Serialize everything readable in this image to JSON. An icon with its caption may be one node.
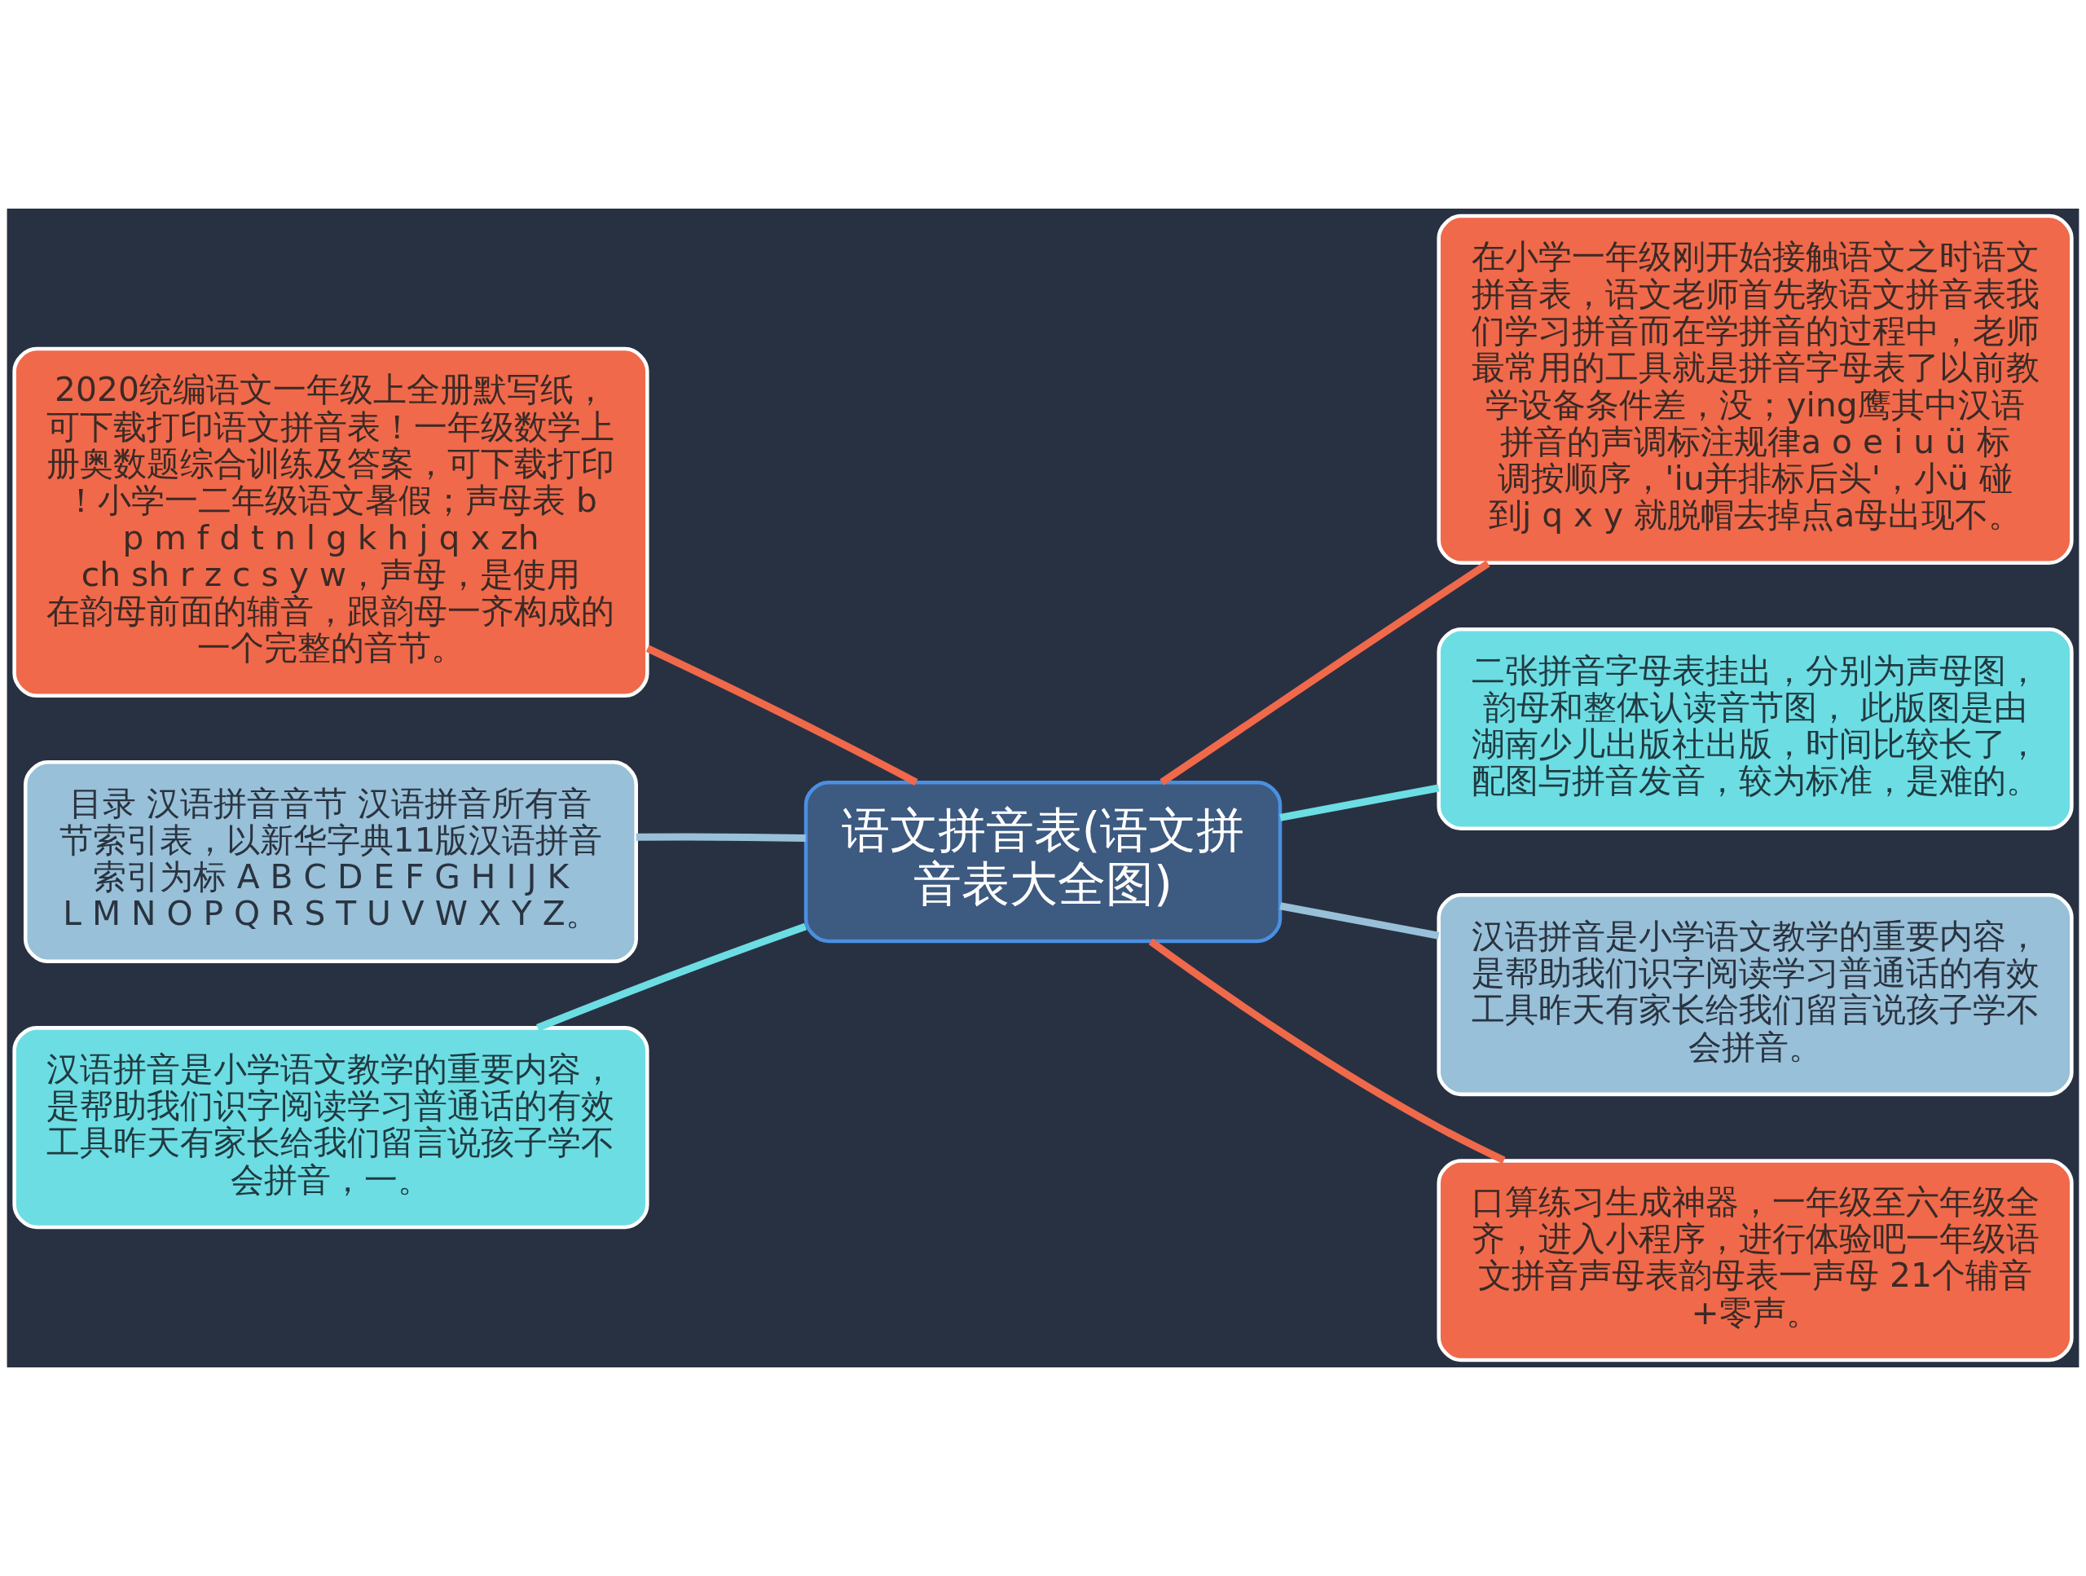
{
  "diagram": {
    "nodes": [
      {
        "text": [
          "语文拼音表(语文拼音表大全图)"
        ]
      },
      {
        "text": [
          "2020统编语文一年级上全册默写纸，可下载打印语文拼音表！一年级数学上册奥数题综合训练及答案，可下载打印！小学一二年级语文暑假；声母表 b p m f d t n l g k h j q x zh ch sh r z c s y w，声母，是使用在韵母前面的辅音，跟韵母一齐构成的一个完整的音节。"
        ]
      },
      {
        "text": [
          "目录 汉语拼音音节 汉语拼音所有音节索引表，以新华字典11版汉语拼音索引为标 A B C D E F G H I J K L M N O P Q R S T U V W X Y Z。"
        ]
      },
      {
        "text": [
          "汉语拼音是小学语文教学的重要内容，是帮助我们识字阅读学习普通话的有效工具昨天有家长给我们留言说孩子学不会拼音，一。"
        ]
      },
      {
        "text": [
          "在小学一年级刚开始接触语文之时语文拼音表，语文老师首先教语文拼音表我们学习拼音而在学拼音的过程中，老师最常用的工具就是拼音字母表了以前教学设备条件差，没；ying鹰其中汉语拼音的声调标注规律a o e i u ü 标调按顺序，'iu并排标后头'，小ü 碰到j q x y 就脱帽去掉点a母出现不。"
        ]
      },
      {
        "text": [
          "二张拼音字母表挂出，分别为声母图，韵母和整体认读音节图， 此版图是由湖南少儿出版社出版，时间比较长了，配图与拼音发音，较为标准，是难的。"
        ]
      },
      {
        "text": [
          "汉语拼音是小学语文教学的重要内容，是帮助我们识字阅读学习普通话的有效工具昨天有家长给我们留言说孩子学不会拼音。"
        ]
      },
      {
        "text": [
          "口算练习生成神器，一年级至六年级全齐，进入小程序，进行体验吧一年级语文拼音声母表韵母表一声母 21个辅音+零声。"
        ]
      }
    ],
    "edges": [
      {
        "from": 0,
        "to": 1,
        "arrow": "none"
      },
      {
        "from": 0,
        "to": 2,
        "arrow": "none",
        "color": "#98c0d8"
      },
      {
        "from": 0,
        "to": 3,
        "arrow": "none",
        "color": "#6cdde3"
      },
      {
        "from": 0,
        "to": 4,
        "arrow": "none"
      },
      {
        "from": 0,
        "to": 5,
        "arrow": "none",
        "color": "#6cdde3"
      },
      {
        "from": 0,
        "to": 6,
        "arrow": "none",
        "color": "#98c0d8"
      },
      {
        "from": 0,
        "to": 7,
        "arrow": "none"
      }
    ]
  }
}
